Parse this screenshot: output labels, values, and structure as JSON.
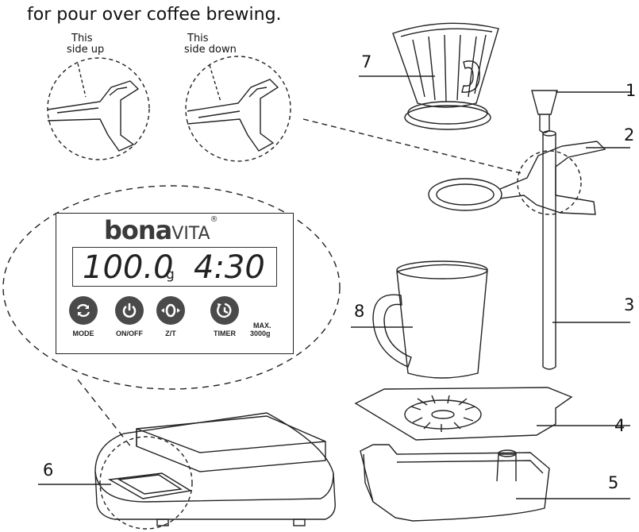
{
  "intro_text": "for pour over coffee brewing.",
  "callouts": {
    "side_up": [
      "This",
      "side up"
    ],
    "side_down": [
      "This",
      "side down"
    ]
  },
  "part_numbers": {
    "p1": "1",
    "p2": "2",
    "p3": "3",
    "p4": "4",
    "p5": "5",
    "p6": "6",
    "p7": "7",
    "p8": "8"
  },
  "scale_panel": {
    "brand_bold": "bona",
    "brand_light": "VITA",
    "brand_mark": "®",
    "weight": "100.0",
    "weight_unit": "g",
    "time": "4:30",
    "buttons": [
      {
        "label": "MODE",
        "icon": "refresh-icon"
      },
      {
        "label": "ON/OFF",
        "icon": "power-icon"
      },
      {
        "label": "Z/T",
        "icon": "zero-tare-icon"
      },
      {
        "label": "TIMER",
        "icon": "clock-icon"
      }
    ],
    "max_label": "MAX.",
    "max_value": "3000g"
  }
}
